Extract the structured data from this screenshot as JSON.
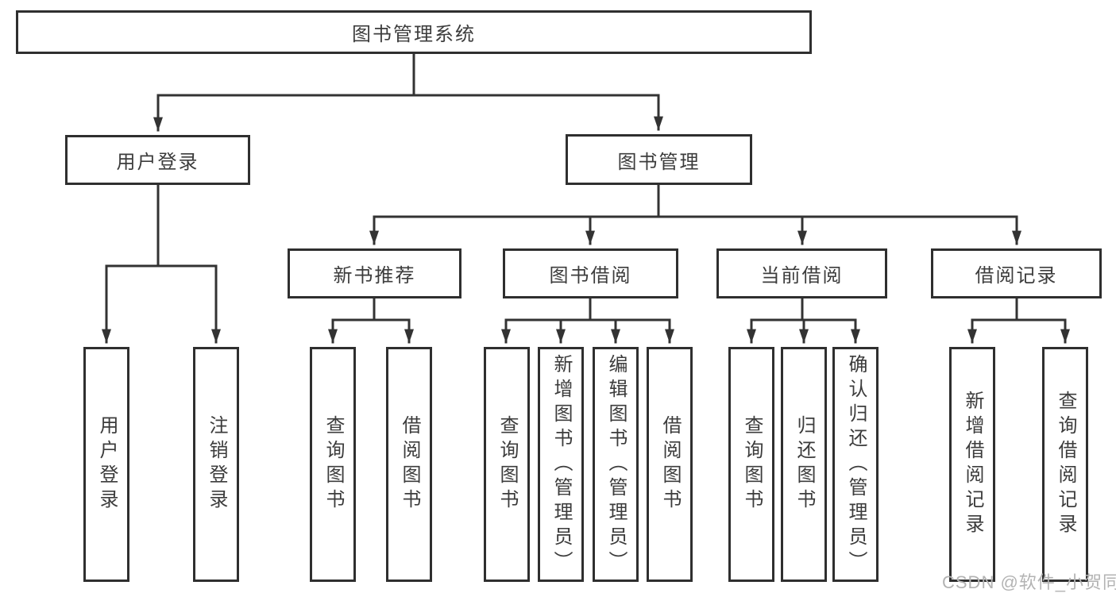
{
  "title": "图书管理系统",
  "colors": {
    "line": "#333333",
    "box_border": "#2f2f2f",
    "text": "#3c3c3c",
    "watermark": "#b3b3b3"
  },
  "watermark": {
    "text": "CSDN @软件_小贺同学"
  },
  "tree": {
    "label": "图书管理系统",
    "children": [
      {
        "label": "用户登录",
        "children": [
          {
            "label": "用户登录"
          },
          {
            "label": "注销登录"
          }
        ]
      },
      {
        "label": "图书管理",
        "children": [
          {
            "label": "新书推荐",
            "children": [
              {
                "label": "查询图书"
              },
              {
                "label": "借阅图书"
              }
            ]
          },
          {
            "label": "图书借阅",
            "children": [
              {
                "label": "查询图书"
              },
              {
                "label": "新增图书（管理员）"
              },
              {
                "label": "编辑图书（管理员）"
              },
              {
                "label": "借阅图书"
              }
            ]
          },
          {
            "label": "当前借阅",
            "children": [
              {
                "label": "查询图书"
              },
              {
                "label": "归还图书"
              },
              {
                "label": "确认归还（管理员）"
              }
            ]
          },
          {
            "label": "借阅记录",
            "children": [
              {
                "label": "新增借阅记录"
              },
              {
                "label": "查询借阅记录"
              }
            ]
          }
        ]
      }
    ]
  }
}
